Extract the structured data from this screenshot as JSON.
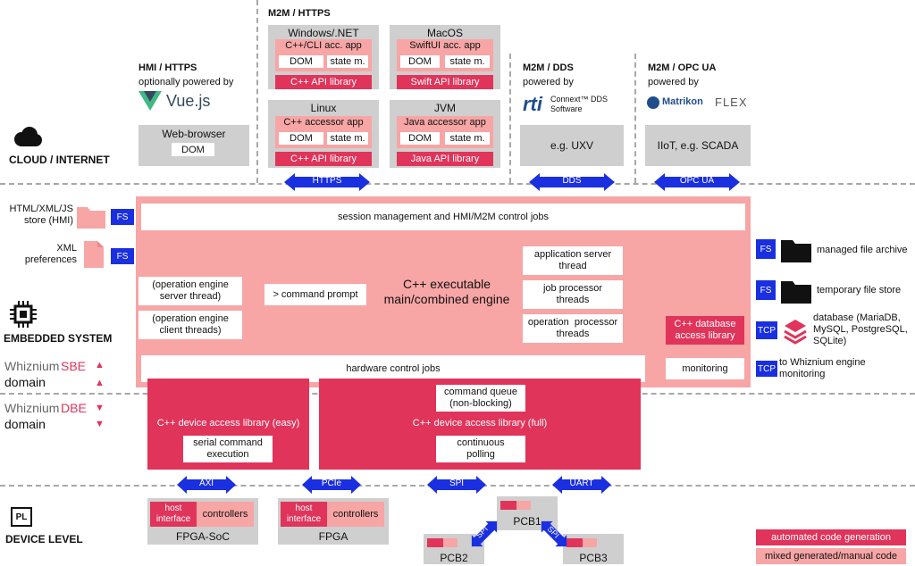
{
  "colors": {
    "red": "#e0345b",
    "pink": "#f7a5a5",
    "gray": "#cfcfcf",
    "blue": "#1a2fe0",
    "dash": "#a8a8a8"
  },
  "top": {
    "m2m_https": "M2M / HTTPS",
    "hmi_https": "HMI / HTTPS",
    "hmi_powered": "optionally powered by",
    "vue": "Vue.js",
    "web_browser": "Web-browser",
    "dom": "DOM",
    "windows": {
      "title": "Windows/.NET",
      "app": "C++/CLI acc. app",
      "dom": "DOM",
      "state": "state m.",
      "lib": "C++ API library"
    },
    "macos": {
      "title": "MacOS",
      "app": "SwiftUI acc. app",
      "dom": "DOM",
      "state": "state m.",
      "lib": "Swift API library"
    },
    "linux": {
      "title": "Linux",
      "app": "C++ accessor app",
      "dom": "DOM",
      "state": "state m.",
      "lib": "C++ API library"
    },
    "jvm": {
      "title": "JVM",
      "app": "Java accessor app",
      "dom": "DOM",
      "state": "state m.",
      "lib": "Java API library"
    },
    "dds": {
      "hdr": "M2M / DDS",
      "powered": "powered by",
      "logo": "rti",
      "logo_text": "Connext™ DDS\nSoftware",
      "box": "e.g. UXV"
    },
    "opc": {
      "hdr": "M2M / OPC UA",
      "powered": "powered by",
      "logo": "Matrikon",
      "logo2": "FLEX",
      "box": "IIoT, e.g. SCADA"
    },
    "arrows": {
      "https": "HTTPS",
      "dds": "DDS",
      "opc": "OPC UA"
    }
  },
  "levels": {
    "cloud": "CLOUD / INTERNET",
    "embedded": "EMBEDDED SYSTEM",
    "device": "DEVICE LEVEL",
    "sbe_prefix": "Whiznium",
    "sbe": "SBE",
    "dbe_prefix": "Whiznium",
    "dbe": "DBE",
    "domain": "domain"
  },
  "left": {
    "html_store": "HTML/XML/JS\nstore (HMI)",
    "xml_pref": "XML\npreferences",
    "fs": "FS"
  },
  "engine": {
    "session": "session management and HMI/M2M control jobs",
    "main": "C++ executable\nmain/combined engine",
    "op_server": "(operation engine\nserver thread)",
    "op_client": "(operation engine\nclient threads)",
    "cmd_prompt": "> command prompt",
    "app_server": "application server\nthread",
    "job_proc": "job processor\nthreads",
    "op_proc": "operation  processor\nthreads",
    "db_lib": "C++ database\naccess library",
    "hw_jobs": "hardware control jobs",
    "monitoring": "monitoring"
  },
  "right": {
    "fs": "FS",
    "tcp": "TCP",
    "archive": "managed file archive",
    "temp": "temporary file store",
    "db": "database (MariaDB,\nMySQL, PostgreSQL,\nSQLite)",
    "monitor": "to Whiznium engine\nmonitoring"
  },
  "dbe": {
    "easy": "C++ device access library (easy)",
    "serial": "serial command\nexecution",
    "cmd_queue": "command queue\n(non-blocking)",
    "full": "C++ device access library (full)",
    "polling": "continuous\npolling"
  },
  "device": {
    "axi": "AXI",
    "pcie": "PCIe",
    "spi": "SPI",
    "uart": "UART",
    "host_if": "host\ninterface",
    "controllers": "controllers",
    "fpga_soc": "FPGA-SoC",
    "fpga": "FPGA",
    "pcb1": "PCB1",
    "pcb2": "PCB2",
    "pcb3": "PCB3"
  },
  "legend": {
    "auto": "automated code generation",
    "mixed": "mixed generated/manual code"
  }
}
